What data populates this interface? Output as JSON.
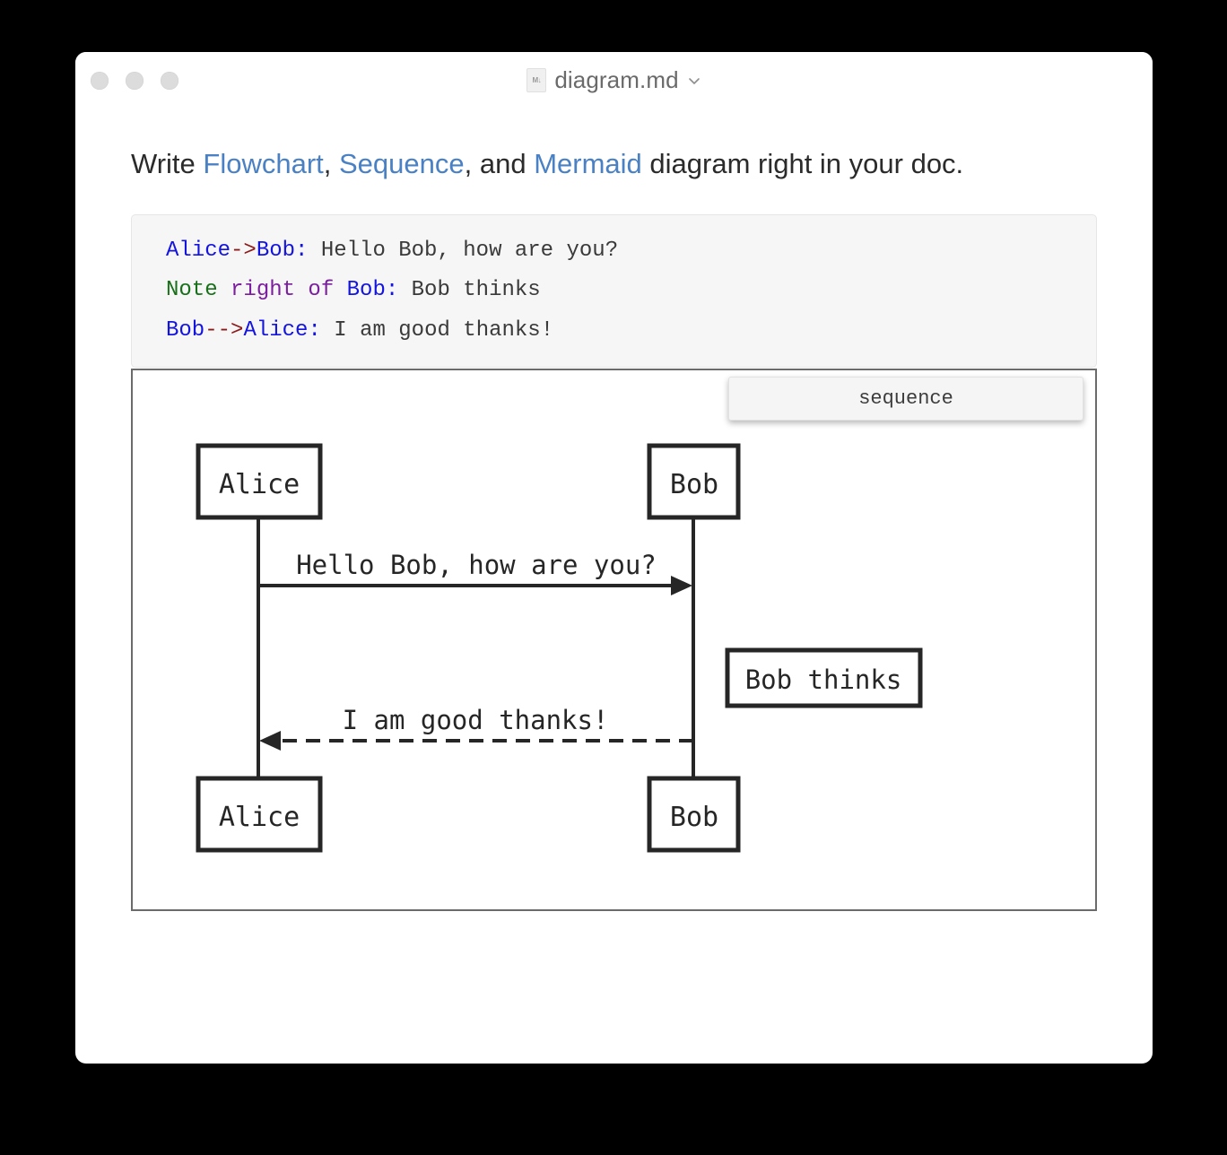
{
  "window": {
    "title": "diagram.md",
    "file_icon": "markdown-file-icon",
    "dropdown_icon": "chevron-down-icon",
    "traffic_lights": [
      "close-button",
      "minimize-button",
      "zoom-button"
    ]
  },
  "document": {
    "heading": {
      "parts": [
        {
          "text": "Write ",
          "link": false
        },
        {
          "text": "Flowchart",
          "link": true
        },
        {
          "text": ", ",
          "link": false
        },
        {
          "text": "Sequence",
          "link": true
        },
        {
          "text": ", and ",
          "link": false
        },
        {
          "text": "Mermaid",
          "link": true
        },
        {
          "text": " diagram right in your doc.",
          "link": false
        }
      ],
      "full_text": "Write Flowchart, Sequence, and Mermaid diagram right in your doc.",
      "link_color": "#4a81c4",
      "text_color": "#2b2b2b"
    },
    "code_block": {
      "language_badge": "sequence",
      "background": "#f6f6f6",
      "lines": [
        {
          "raw": "Alice->Bob: Hello Bob, how are you?",
          "tokens": [
            {
              "t": "Alice",
              "k": "actor"
            },
            {
              "t": "->",
              "k": "arrow"
            },
            {
              "t": "Bob:",
              "k": "actor"
            },
            {
              "t": " Hello Bob, how are you?",
              "k": "text"
            }
          ]
        },
        {
          "raw": "Note right of Bob: Bob thinks",
          "tokens": [
            {
              "t": "Note",
              "k": "kw"
            },
            {
              "t": " right of ",
              "k": "mod"
            },
            {
              "t": "Bob:",
              "k": "actor"
            },
            {
              "t": " Bob thinks",
              "k": "text"
            }
          ]
        },
        {
          "raw": "Bob-->Alice: I am good thanks!",
          "tokens": [
            {
              "t": "Bob",
              "k": "actor"
            },
            {
              "t": "-->",
              "k": "arrow"
            },
            {
              "t": "Alice:",
              "k": "actor"
            },
            {
              "t": " I am good thanks!",
              "k": "text"
            }
          ]
        }
      ],
      "colors": {
        "actor": "#1414e0",
        "arrow": "#8b1a1a",
        "keyword": "#18701a",
        "modifier": "#7b1f9e",
        "text": "#3a3a3a"
      }
    },
    "diagram": {
      "type": "sequence",
      "badge_label": "sequence",
      "participants": [
        "Alice",
        "Bob"
      ],
      "top_boxes": [
        {
          "label": "Alice"
        },
        {
          "label": "Bob"
        }
      ],
      "bottom_boxes": [
        {
          "label": "Alice"
        },
        {
          "label": "Bob"
        }
      ],
      "messages": [
        {
          "from": "Alice",
          "to": "Bob",
          "label": "Hello Bob, how are you?",
          "style": "solid"
        },
        {
          "from": "Bob",
          "to": "Alice",
          "label": "I am good thanks!",
          "style": "dashed"
        }
      ],
      "notes": [
        {
          "placement": "right of",
          "actor": "Bob",
          "label": "Bob thinks"
        }
      ],
      "stroke_color": "#262626",
      "border_color": "#6b6b6b"
    }
  }
}
